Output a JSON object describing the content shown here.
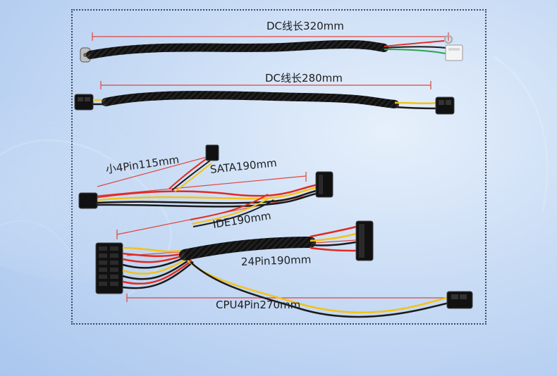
{
  "labels": {
    "dc320": "DC线长320mm",
    "dc280": "DC线长280mm",
    "small4pin": "小4Pin115mm",
    "sata": "SATA190mm",
    "ide": "IDE190mm",
    "pin24": "24Pin190mm",
    "cpu4pin": "CPU4Pin270mm"
  },
  "colors": {
    "measure_line": "#e0463e",
    "sleeve": "#1b1b1b",
    "wire_red": "#e22a21",
    "wire_yellow": "#f3c21a",
    "wire_black": "#1a1a1a",
    "wire_green": "#2ea14b",
    "frame": "#3a4a66"
  }
}
